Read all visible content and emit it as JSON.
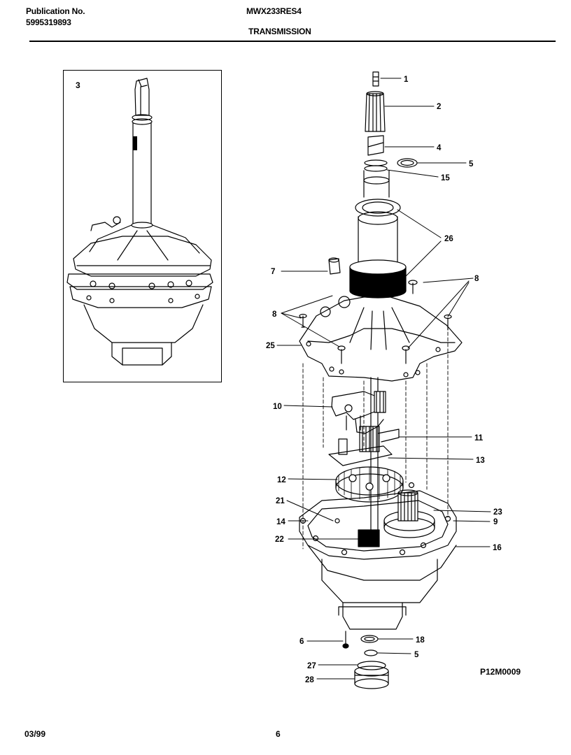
{
  "header": {
    "publication_label": "Publication No.",
    "publication_number": "5995319893",
    "model": "MWX233RES4",
    "section": "TRANSMISSION"
  },
  "inset": {
    "label": "3"
  },
  "diagram": {
    "code": "P12M0009",
    "callouts": {
      "c1": "1",
      "c2": "2",
      "c4": "4",
      "c5a": "5",
      "c15": "15",
      "c26": "26",
      "c7": "7",
      "c8a": "8",
      "c8b": "8",
      "c25": "25",
      "c10": "10",
      "c11": "11",
      "c13": "13",
      "c12": "12",
      "c21": "21",
      "c23": "23",
      "c14": "14",
      "c9": "9",
      "c22": "22",
      "c16": "16",
      "c6": "6",
      "c18": "18",
      "c5b": "5",
      "c27": "27",
      "c28": "28"
    }
  },
  "footer": {
    "date": "03/99",
    "page": "6"
  }
}
